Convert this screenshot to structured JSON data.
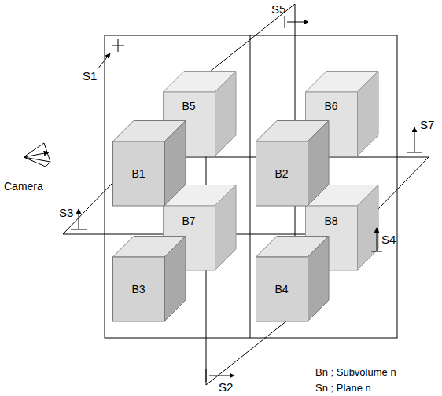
{
  "diagram": {
    "nodes": [
      {
        "text": [
          "B1"
        ]
      },
      {
        "text": [
          "B2"
        ]
      },
      {
        "text": [
          "B3"
        ]
      },
      {
        "text": [
          "B4"
        ]
      },
      {
        "text": [
          "B5"
        ]
      },
      {
        "text": [
          "B6"
        ]
      },
      {
        "text": [
          "B7"
        ]
      },
      {
        "text": [
          "B8"
        ]
      }
    ],
    "labels": [
      "S1",
      "S5",
      "S7",
      "S3",
      "S4",
      "S2",
      "Camera",
      "Bn ; Subvolume n",
      "Sn ; Plane n"
    ]
  }
}
